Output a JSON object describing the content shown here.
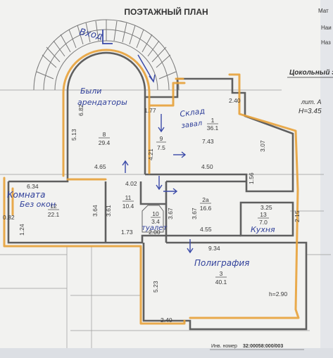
{
  "header": {
    "title": "ПОЭТАЖНЫЙ ПЛАН",
    "level": "Цокольный э",
    "lit": "лит. А",
    "height": "H=3.45",
    "edge_labels": [
      "Мат",
      "Наи",
      "Наз"
    ],
    "stamp_label": "Инв. номер",
    "stamp_number": "32:00058:000/003"
  },
  "handwriting": {
    "entrance": "Вход",
    "tenants_1": "Были",
    "tenants_2": "арендаторы",
    "storage_1": "Склад",
    "storage_2": "завал",
    "no_window_1": "Комната",
    "no_window_2": "Без окон",
    "toilet": "туалет",
    "kitchen": "Кухня",
    "printing": "Полиграфия"
  },
  "rooms": [
    {
      "num": "8",
      "area": "29.4"
    },
    {
      "num": "9",
      "area": "7.5"
    },
    {
      "num": "1",
      "area": "36.1"
    },
    {
      "num": "12",
      "area": "22.1"
    },
    {
      "num": "11",
      "area": "10.4"
    },
    {
      "num": "10",
      "area": "3.4"
    },
    {
      "num": "2а",
      "area": "16.6"
    },
    {
      "num": "13",
      "area": "7.0"
    },
    {
      "num": "3",
      "area": "40.1"
    }
  ],
  "dimensions": {
    "d1": "6.82",
    "d2": "5.13",
    "d3": "1.77",
    "d4": "2.40",
    "d5": "4.21",
    "d6": "7.43",
    "d7": "3.07",
    "d8": "4.65",
    "d9": "4.50",
    "d10": "4.02",
    "d11": "1.56",
    "d12": "6.34",
    "d13": "0.82",
    "d14": "1.24",
    "d15": "3.64",
    "d16": "3.61",
    "d17": "3.67",
    "d18": "3.67",
    "d19": "3.25",
    "d20": "2.15",
    "d21": "1.73",
    "d22": "2.00",
    "d23": "4.55",
    "d24": "9.34",
    "d25": "5.23",
    "d26": "2.40",
    "d27": "h=2.90"
  },
  "colors": {
    "paper": "#f4f4f2",
    "wall": "#6a6a6a",
    "highlight": "#e8a23a",
    "ink": "#2f3f9a"
  }
}
